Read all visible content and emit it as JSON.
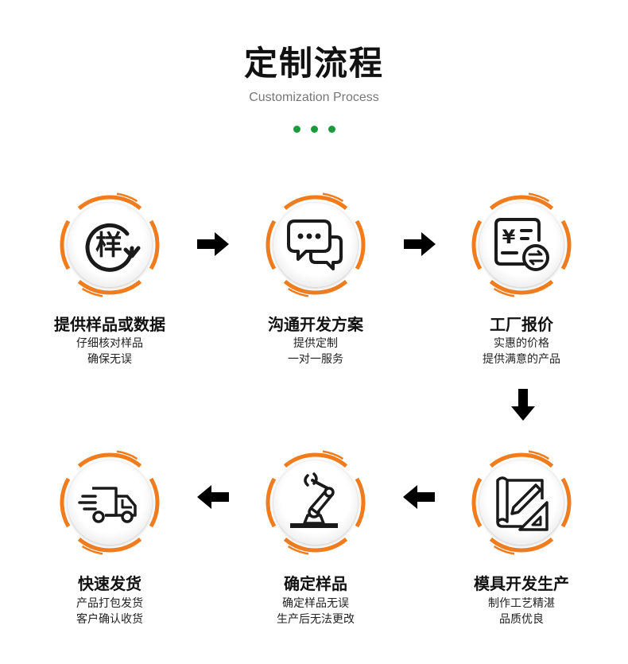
{
  "header": {
    "title": "定制流程",
    "subtitle": "Customization Process"
  },
  "colors": {
    "accent": "#f07c1e",
    "dots": "#1a9c3a",
    "icon": "#1a1a1a"
  },
  "steps": [
    {
      "title": "提供样品或数据",
      "line1": "仔细核对样品",
      "line2": "确保无误",
      "icon": "sample-icon",
      "glyph": "样"
    },
    {
      "title": "沟通开发方案",
      "line1": "提供定制",
      "line2": "一对一服务",
      "icon": "chat-icon"
    },
    {
      "title": "工厂报价",
      "line1": "实惠的价格",
      "line2": "提供满意的产品",
      "icon": "quote-icon",
      "glyph": "¥"
    },
    {
      "title": "模具开发生产",
      "line1": "制作工艺精湛",
      "line2": "品质优良",
      "icon": "design-icon"
    },
    {
      "title": "确定样品",
      "line1": "确定样品无误",
      "line2": "生产后无法更改",
      "icon": "robot-arm-icon"
    },
    {
      "title": "快速发货",
      "line1": "产品打包发货",
      "line2": "客户确认收货",
      "icon": "truck-icon"
    }
  ]
}
